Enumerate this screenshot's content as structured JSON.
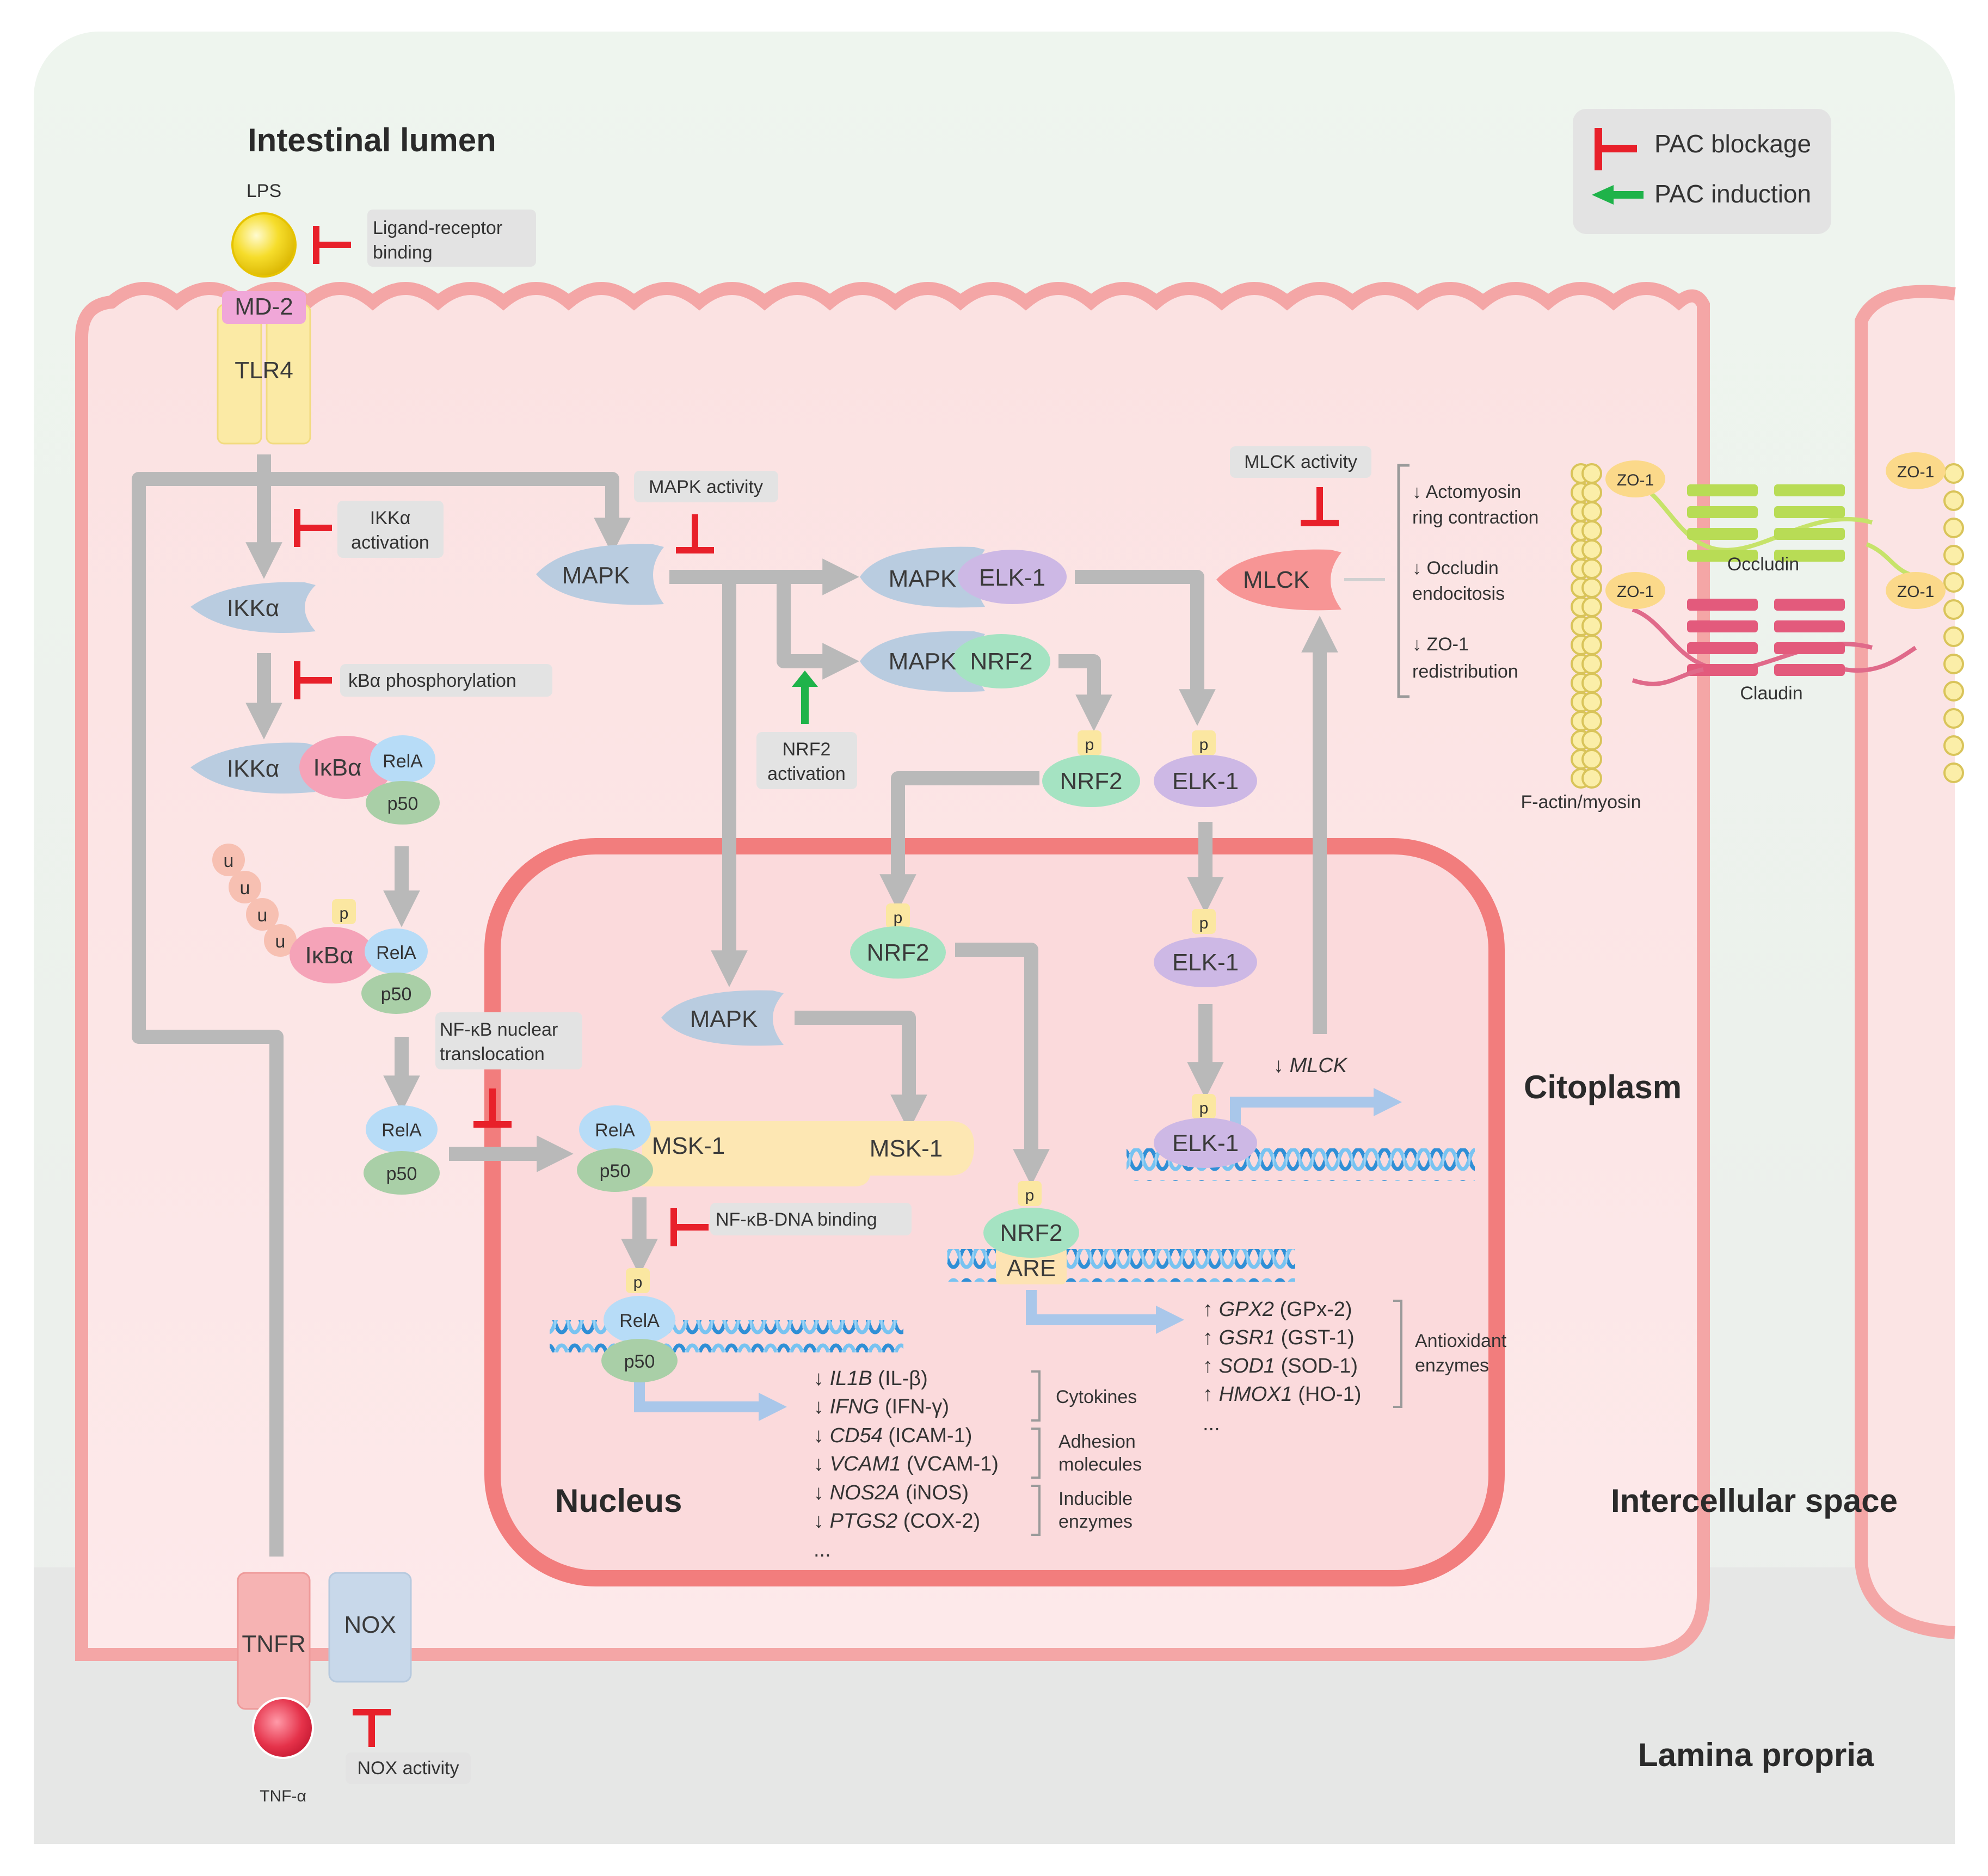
{
  "regions": {
    "lumen": "Intestinal lumen",
    "cytoplasm": "Citoplasm",
    "nucleus": "Nucleus",
    "intercellular": "Intercellular space",
    "lamina": "Lamina propria"
  },
  "legend": {
    "blockage": "PAC blockage",
    "induction": "PAC induction"
  },
  "colors": {
    "block": "#e8202a",
    "induce": "#1fb34a",
    "arrow": "#b9b9b9",
    "membrane": "#f4a6a6",
    "nucleus_border": "#f27d7d"
  },
  "membrane": {
    "lps": "LPS",
    "md2": "MD-2",
    "tlr4": "TLR4",
    "tnfr": "TNFR",
    "nox": "NOX",
    "tnfa": "TNF-α"
  },
  "mol": {
    "ikka": "IKKα",
    "ikba": "IκBα",
    "rela": "RelA",
    "p50": "p50",
    "u": "u",
    "p": "p",
    "mapk": "MAPK",
    "elk1": "ELK-1",
    "nrf2": "NRF2",
    "msk1": "MSK-1",
    "are": "ARE",
    "mlck": "MLCK",
    "zo1": "ZO-1",
    "occludin": "Occludin",
    "claudin": "Claudin",
    "factin": "F-actin/myosin"
  },
  "blocks": {
    "ligand": [
      "Ligand-receptor",
      "binding"
    ],
    "ikk": [
      "IKKα",
      "activation"
    ],
    "kba": "kBα  phosphorylation",
    "mapk": "MAPK activity",
    "nfkb_nuc": [
      "NF-κB nuclear",
      "translocation"
    ],
    "nfkb_dna": "NF-κB-DNA binding",
    "nox": "NOX activity",
    "mlck": "MLCK activity",
    "nrf2": [
      "NRF2",
      "activation"
    ]
  },
  "mlck_effects": [
    {
      "arrow": "↓",
      "lines": [
        "Actomyosin",
        "ring contraction"
      ]
    },
    {
      "arrow": "↓",
      "lines": [
        "Occludin",
        "endocitosis"
      ]
    },
    {
      "arrow": "↓",
      "lines": [
        "ZO-1",
        "redistribution"
      ]
    }
  ],
  "mlck_gene": {
    "arrow": "↓",
    "name": "MLCK"
  },
  "nfkb_genes": [
    {
      "arrow": "↓",
      "gene": "IL1B",
      "protein": "(IL-β)"
    },
    {
      "arrow": "↓",
      "gene": "IFNG",
      "protein": "(IFN-γ)"
    },
    {
      "arrow": "↓",
      "gene": "CD54",
      "protein": "(ICAM-1)"
    },
    {
      "arrow": "↓",
      "gene": "VCAM1",
      "protein": "(VCAM-1)"
    },
    {
      "arrow": "↓",
      "gene": "NOS2A",
      "protein": "(iNOS)"
    },
    {
      "arrow": "↓",
      "gene": "PTGS2",
      "protein": "(COX-2)"
    }
  ],
  "nfkb_ellipsis": "...",
  "nfkb_groups": [
    {
      "lines": [
        "Cytokines"
      ]
    },
    {
      "lines": [
        "Adhesion",
        "molecules"
      ]
    },
    {
      "lines": [
        "Inducible",
        "enzymes"
      ]
    }
  ],
  "nrf2_genes": [
    {
      "arrow": "↑",
      "gene": "GPX2",
      "protein": "(GPx-2)"
    },
    {
      "arrow": "↑",
      "gene": "GSR1",
      "protein": "(GST-1)"
    },
    {
      "arrow": "↑",
      "gene": "SOD1",
      "protein": "(SOD-1)"
    },
    {
      "arrow": "↑",
      "gene": "HMOX1",
      "protein": "(HO-1)"
    }
  ],
  "nrf2_ellipsis": "...",
  "nrf2_group": [
    "Antioxidant",
    "enzymes"
  ]
}
